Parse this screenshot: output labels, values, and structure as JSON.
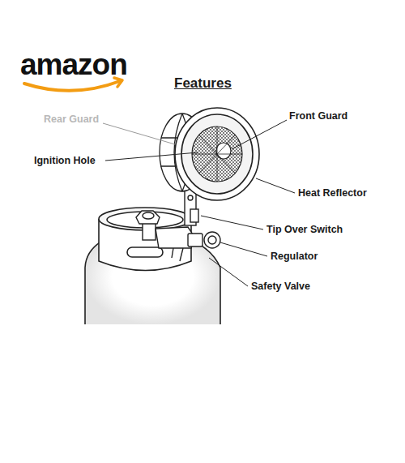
{
  "diagram": {
    "title": "Features",
    "labels": [
      "amazon",
      "Rear Guard",
      "Ignition Hole",
      "Front Guard",
      "Heat Reflector",
      "Tip Over Switch",
      "Regulator",
      "Safety Valve"
    ]
  }
}
